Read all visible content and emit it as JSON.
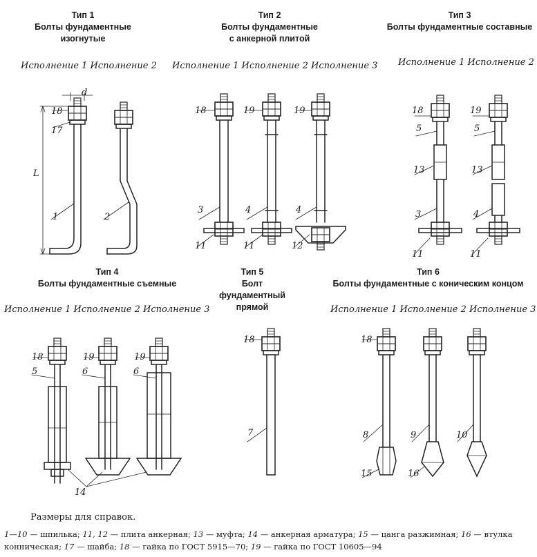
{
  "types": [
    {
      "type": "Тип 1",
      "title_lines": [
        "Болты фундаментные",
        "изогнутые"
      ],
      "variants": "Исполнение 1 Исполнение 2"
    },
    {
      "type": "Тип 2",
      "title_lines": [
        "Болты фундаментные",
        "с анкерной плитой"
      ],
      "variants": "Исполнение 1 Исполнение 2 Исполнение 3"
    },
    {
      "type": "Тип 3",
      "title_lines": [
        "Болты фундаментные составные"
      ],
      "variants": "Исполнение 1 Исполнение 2"
    },
    {
      "type": "Тип 4",
      "title_lines": [
        "Болты фундаментные съемные"
      ],
      "variants": "Исполнение 1 Исполнение 2 Исполнение 3"
    },
    {
      "type": "Тип 5",
      "title_lines": [
        "Болт",
        "фундаментный",
        "прямой"
      ],
      "variants": ""
    },
    {
      "type": "Тип 6",
      "title_lines": [
        "Болты фундаментные с коническим концом"
      ],
      "variants": "Исполнение 1 Исполнение 2 Исполнение 3"
    }
  ],
  "dim_labels": {
    "d": "d",
    "L": "L"
  },
  "part_numbers": [
    "1",
    "2",
    "3",
    "4",
    "5",
    "6",
    "7",
    "8",
    "9",
    "10",
    "11",
    "12",
    "13",
    "14",
    "15",
    "16",
    "17",
    "18",
    "19"
  ],
  "footnote": "Размеры для справок.",
  "legend": [
    {
      "num": "1—10",
      "text": "шпилька;"
    },
    {
      "num": "11, 12",
      "text": "плита анкерная;"
    },
    {
      "num": "13",
      "text": "муфта;"
    },
    {
      "num": "14",
      "text": "анкерная арматура;"
    },
    {
      "num": "15",
      "text": "цанга разжимная;"
    },
    {
      "num": "16",
      "text": "втулка конническая;"
    },
    {
      "num": "17",
      "text": "шайба;"
    },
    {
      "num": "18",
      "text": "гайка по ГОСТ 5915—70;"
    },
    {
      "num": "19",
      "text": "гайка по ГОСТ 10605—94"
    }
  ]
}
